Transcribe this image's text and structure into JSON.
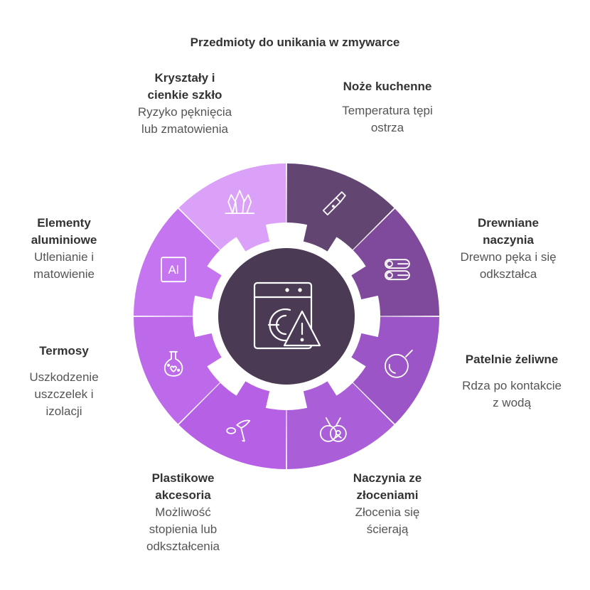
{
  "title": "Przedmioty do unikania w zmywarce",
  "items": [
    {
      "heading": "Noże kuchenne",
      "desc": "Temperatura tępi\nostrza",
      "icon": "cleaver-icon",
      "color": "#634572"
    },
    {
      "heading": "Drewniane\nnaczynia",
      "desc": "Drewno pęka i się\nodkształca",
      "icon": "logs-icon",
      "color": "#7f4a9b"
    },
    {
      "heading": "Patelnie żeliwne",
      "desc": "Rdza po kontakcie\nz wodą",
      "icon": "pan-icon",
      "color": "#9b55c6"
    },
    {
      "heading": "Naczynia ze\nzłoceniami",
      "desc": "Złocenia się\nścierają",
      "icon": "gilded-dish-icon",
      "color": "#aa5ed8"
    },
    {
      "heading": "Plastikowe\nakcesoria",
      "desc": "Możliwość\nstopienia lub\nodkształcenia",
      "icon": "spatula-icon",
      "color": "#b660e6"
    },
    {
      "heading": "Termosy",
      "desc": "Uszkodzenie\nuszczelek i\nizolacji",
      "icon": "flask-icon",
      "color": "#bd6aea"
    },
    {
      "heading": "Elementy\naluminiowe",
      "desc": "Utlenianie i\nmatowienie",
      "icon": "aluminum-icon",
      "icon_text": "Al",
      "color": "#c675f1"
    },
    {
      "heading": "Kryształy i\ncienkie szkło",
      "desc": "Ryzyko pęknięcia\nlub zmatowienia",
      "icon": "crystal-icon",
      "color": "#dba0f7"
    }
  ],
  "center": {
    "icon": "dishwasher-warning-icon",
    "color": "#4a3a54"
  }
}
